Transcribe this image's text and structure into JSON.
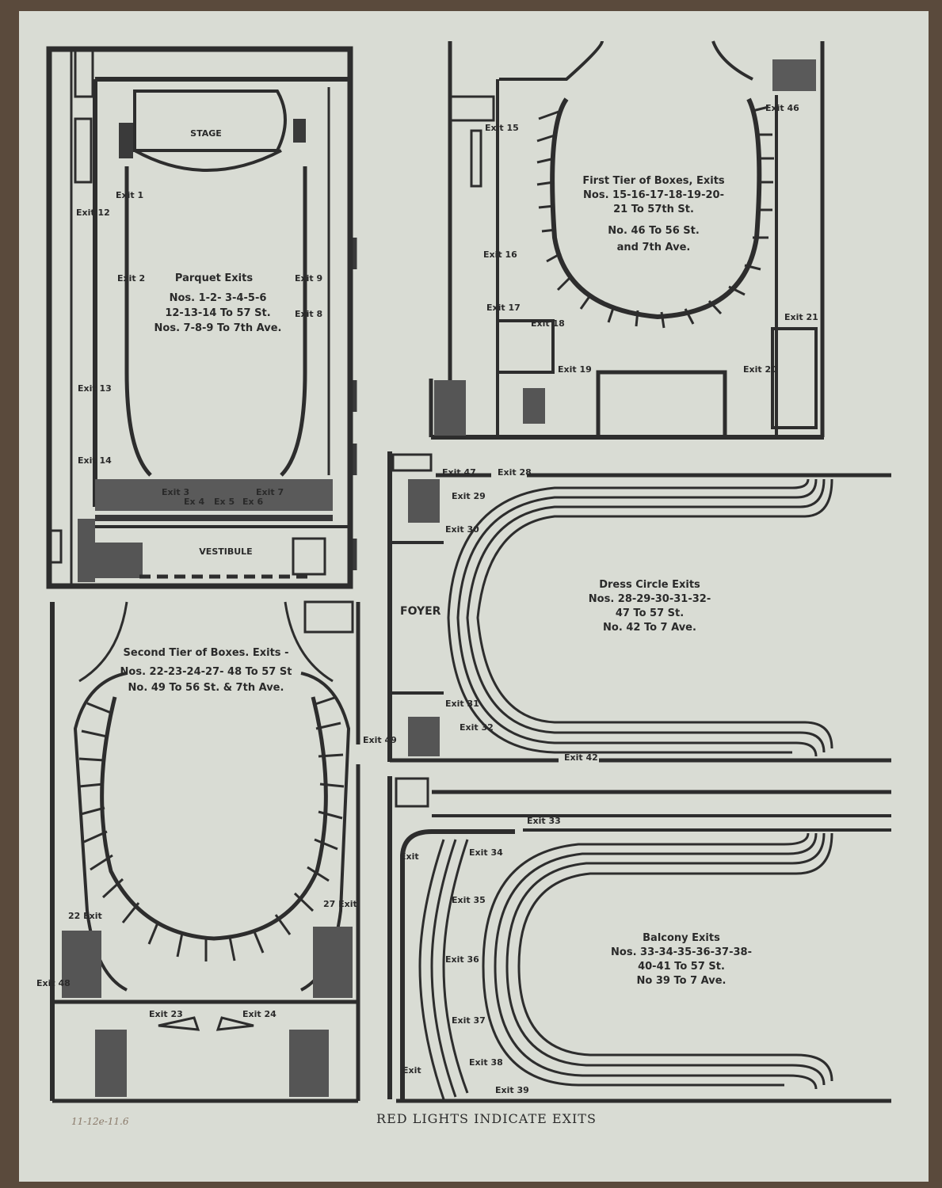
{
  "caption": "RED LIGHTS INDICATE EXITS",
  "pencil_note": "11-12e-11.6",
  "parquet": {
    "stage": "STAGE",
    "vestibule": "VESTIBULE",
    "title": "Parquet Exits",
    "line1": "Nos. 1-2- 3-4-5-6",
    "line2": "12-13-14 To 57 St.",
    "line3": "Nos. 7-8-9 To 7th Ave.",
    "exits": [
      "Exit 1",
      "Exit 2",
      "Exit 12",
      "Exit 13",
      "Exit 14",
      "Exit 9",
      "Exit 8",
      "Exit 3",
      "Ex 4",
      "Ex 5",
      "Ex 6",
      "Exit 7"
    ]
  },
  "first_tier": {
    "line1": "First Tier of Boxes, Exits",
    "line2": "Nos. 15-16-17-18-19-20-",
    "line3": "21 To 57th St.",
    "line4": "No. 46 To 56 St.",
    "line5": "and 7th Ave.",
    "exits": [
      "Exit 15",
      "Exit 16",
      "Exit 17",
      "Exit 18",
      "Exit 19",
      "Exit 46",
      "Exit 21",
      "Exit 20"
    ]
  },
  "dress_circle": {
    "foyer": "FOYER",
    "line1": "Dress Circle Exits",
    "line2": "Nos. 28-29-30-31-32-",
    "line3": "47 To 57 St.",
    "line4": "No. 42 To 7 Ave.",
    "exits": [
      "Exit 47",
      "Exit 28",
      "Exit 29",
      "Exit 30",
      "Exit 31",
      "Exit 32",
      "Exit 42"
    ]
  },
  "second_tier": {
    "line1": "Second Tier of Boxes. Exits -",
    "line2": "Nos. 22-23-24-27- 48 To 57 St",
    "line3": "No. 49 To 56 St. & 7th Ave.",
    "exits": [
      "Exit 49",
      "22 Exit",
      "27 Exit",
      "Exit 48",
      "Exit 23",
      "Exit 24"
    ]
  },
  "balcony": {
    "line1": "Balcony Exits",
    "line2": "Nos. 33-34-35-36-37-38-",
    "line3": "40-41 To 57 St.",
    "line4": "No 39 To 7 Ave.",
    "exits": [
      "Exit 33",
      "Exit",
      "Exit 34",
      "Exit 35",
      "Exit 36",
      "Exit 37",
      "Exit 38",
      "Exit 39",
      "Exit"
    ]
  }
}
